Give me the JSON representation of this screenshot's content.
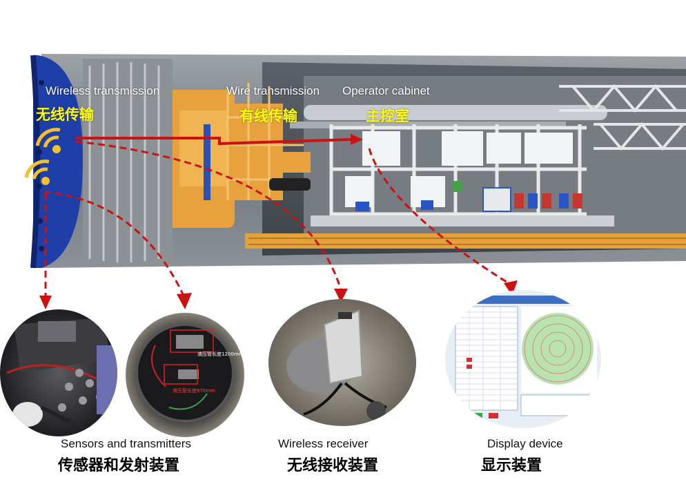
{
  "labels": {
    "wireless_en": "Wireless transmission",
    "wireless_zh": "无线传输",
    "wire_en": "Wire transmission",
    "wire_zh": "有线传输",
    "cabinet_en": "Operator cabinet",
    "cabinet_zh": "主控室",
    "sensors_en": "Sensors and transmitters",
    "sensors_zh": "传感器和发射装置",
    "receiver_en": "Wireless receiver",
    "receiver_zh": "无线接收装置",
    "display_en": "Display device",
    "display_zh": "显示装置"
  },
  "photo_annotations": {
    "pressure_top": "液压管长度1200mm",
    "pressure_bottom": "液压管长度870mm"
  },
  "colors": {
    "arrow_red": "#cc1111",
    "zh_label": "#ffff00",
    "cutterhead_blue": "#1f3fa8",
    "wifi_yellow": "#f2c12e"
  },
  "icons": [
    "wifi-icon",
    "wifi-icon"
  ]
}
